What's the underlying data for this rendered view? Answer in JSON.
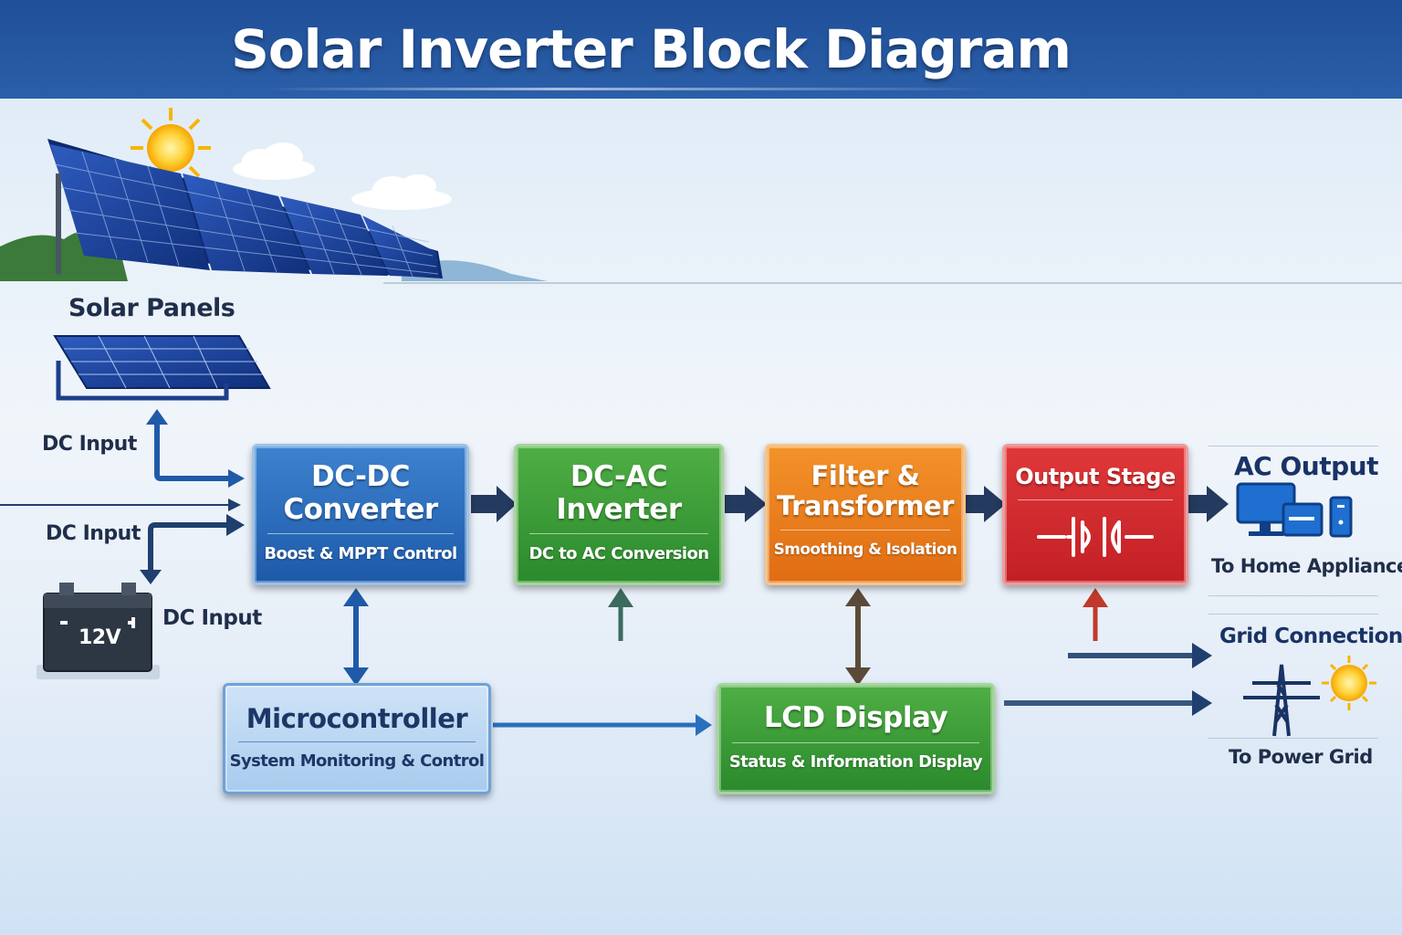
{
  "title": "Solar Inverter Block Diagram",
  "labels": {
    "solar_panels": "Solar Panels",
    "dc_input_1": "DC Input",
    "dc_input_2": "DC Input",
    "dc_input_3": "DC Input",
    "battery": "12V",
    "ac_output": "AC Output",
    "to_home": "To Home Appliances",
    "grid_connection": "Grid Connection",
    "to_grid": "To Power Grid"
  },
  "blocks": {
    "dcdc": {
      "title_1": "DC-DC",
      "title_2": "Converter",
      "subtitle": "Boost & MPPT Control"
    },
    "dcac": {
      "title_1": "DC-AC",
      "title_2": "Inverter",
      "subtitle": "DC to AC Conversion"
    },
    "filter": {
      "title_1": "Filter &",
      "title_2": "Transformer",
      "subtitle": "Smoothing & Isolation"
    },
    "output": {
      "title": "Output Stage"
    },
    "micro": {
      "title": "Microcontroller",
      "subtitle": "System Monitoring & Control"
    },
    "lcd": {
      "title": "LCD Display",
      "subtitle": "Status & Information Display"
    }
  },
  "icons": [
    "sun-icon",
    "solar-panel-icon",
    "battery-icon",
    "home-appliances-icon",
    "power-tower-icon"
  ],
  "colors": {
    "header": "#2b5fa9",
    "dcdc": "#2a6fbd",
    "dcac": "#3a9a38",
    "filter": "#ea7f1f",
    "output": "#d02a2e",
    "micro": "#bcd7f2",
    "lcd": "#3a9a38"
  }
}
